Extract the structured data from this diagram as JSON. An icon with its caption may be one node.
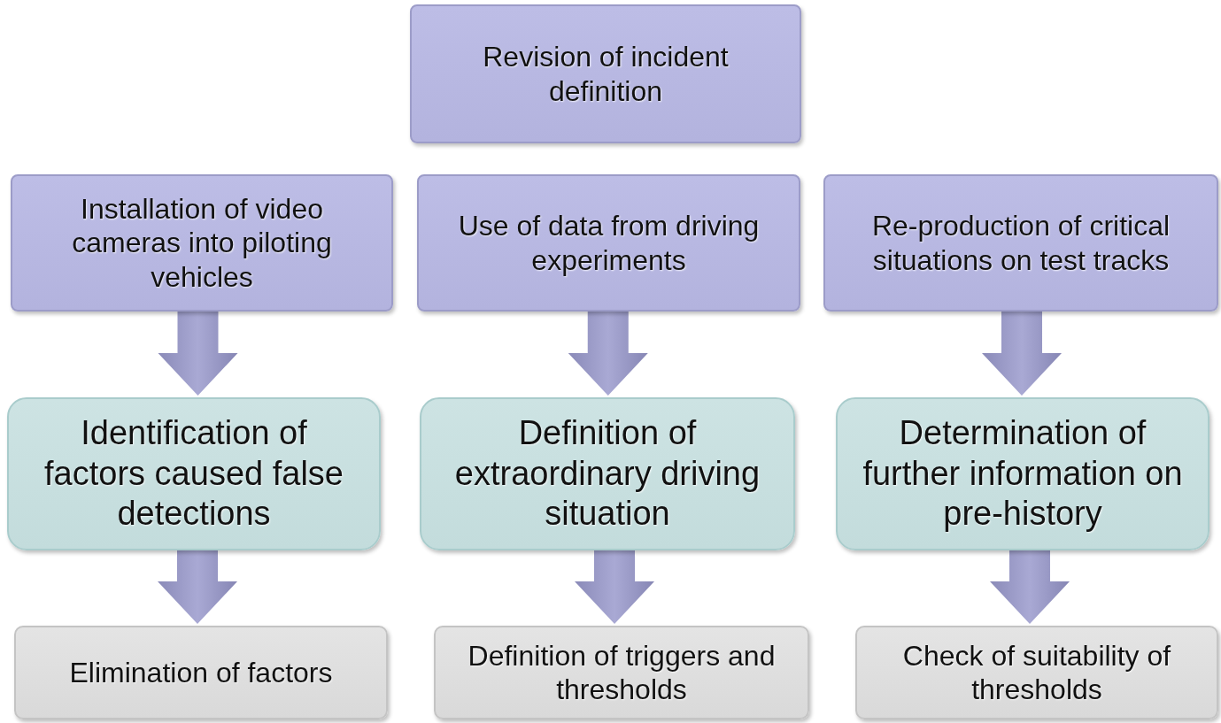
{
  "diagram": {
    "nodes": [
      {
        "text": [
          "Revision of incident definition"
        ]
      },
      {
        "text": [
          "Installation of video cameras into piloting vehicles"
        ]
      },
      {
        "text": [
          "Use of data from driving experiments"
        ]
      },
      {
        "text": [
          "Re-production of critical situations on test tracks"
        ]
      },
      {
        "text": [
          "Identification of factors caused false detections"
        ]
      },
      {
        "text": [
          "Definition of extraordinary driving situation"
        ]
      },
      {
        "text": [
          "Determination of further information on pre-history"
        ]
      },
      {
        "text": [
          "Elimination of factors"
        ]
      },
      {
        "text": [
          "Definition of triggers and thresholds"
        ]
      },
      {
        "text": [
          "Check of suitability of thresholds"
        ]
      }
    ],
    "edges": [
      {
        "from": 1,
        "to": 4,
        "arrow": "to",
        "style": "thick"
      },
      {
        "from": 2,
        "to": 5,
        "arrow": "to",
        "style": "thick"
      },
      {
        "from": 3,
        "to": 6,
        "arrow": "to",
        "style": "thick"
      },
      {
        "from": 4,
        "to": 7,
        "arrow": "to",
        "style": "thick"
      },
      {
        "from": 5,
        "to": 8,
        "arrow": "to",
        "style": "thick"
      },
      {
        "from": 6,
        "to": 9,
        "arrow": "to",
        "style": "thick"
      }
    ]
  }
}
